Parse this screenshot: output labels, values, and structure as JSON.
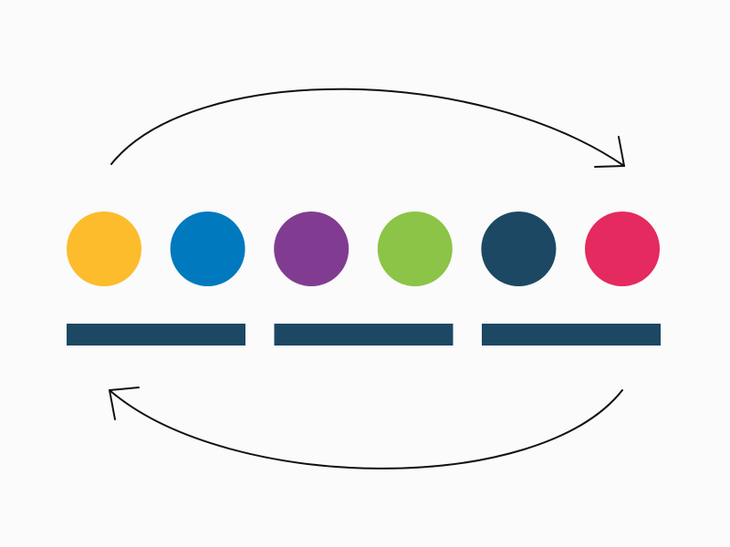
{
  "diagram": {
    "background": "#fbfbfb",
    "stroke_color": "#111111",
    "dots": [
      {
        "name": "yellow",
        "color": "#fcbc2c"
      },
      {
        "name": "blue",
        "color": "#0079be"
      },
      {
        "name": "purple",
        "color": "#813c91"
      },
      {
        "name": "green",
        "color": "#8bc446"
      },
      {
        "name": "dark-navy",
        "color": "#1c4864"
      },
      {
        "name": "pink",
        "color": "#e42a5f"
      }
    ],
    "bars": [
      {
        "color": "#1c4864"
      },
      {
        "color": "#1c4864"
      },
      {
        "color": "#1c4864"
      }
    ],
    "arrows": [
      {
        "name": "top-arrow",
        "direction": "left-to-right"
      },
      {
        "name": "bottom-arrow",
        "direction": "right-to-left"
      }
    ]
  }
}
